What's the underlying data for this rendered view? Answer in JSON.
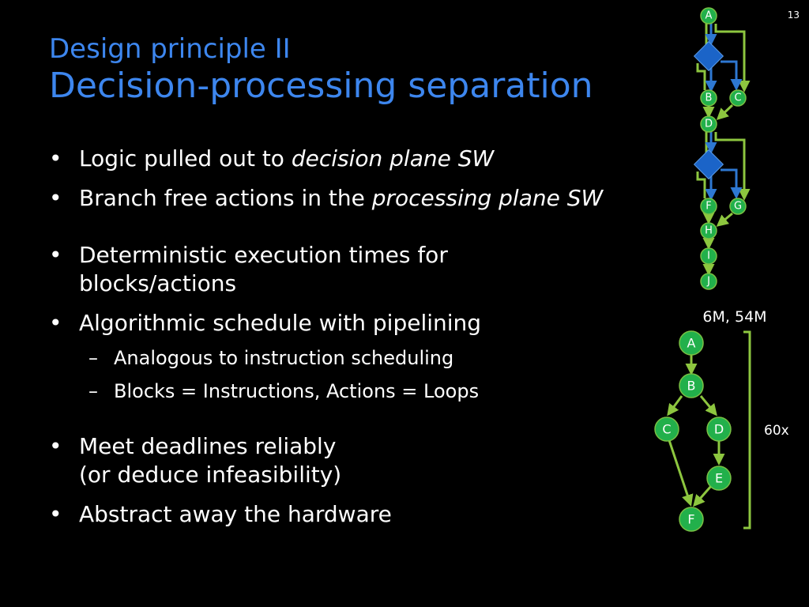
{
  "page_number": "13",
  "subtitle": "Design principle II",
  "title": "Decision-processing separation",
  "bullets": {
    "b1_pre": "Logic pulled out to ",
    "b1_em": "decision plane SW",
    "b2_pre": "Branch free actions in the ",
    "b2_em": "processing plane SW",
    "b3_line1": "Deterministic execution times for",
    "b3_line2": "blocks/actions",
    "b4": "Algorithmic schedule with pipelining",
    "b4_sub1": "Analogous to instruction scheduling",
    "b4_sub2": "Blocks = Instructions, Actions = Loops",
    "b5_line1": "Meet deadlines reliably",
    "b5_line2": "(or deduce infeasibility)",
    "b6": "Abstract away the hardware"
  },
  "top_graph": {
    "nodes": {
      "A": "A",
      "B": "B",
      "C": "C",
      "D": "D",
      "F": "F",
      "G": "G",
      "H": "H",
      "I": "I",
      "J": "J"
    }
  },
  "bottom_graph": {
    "label": "6M, 54M",
    "repeat_label": "60x",
    "nodes": {
      "A": "A",
      "B": "B",
      "C": "C",
      "D": "D",
      "E": "E",
      "F": "F"
    }
  },
  "colors": {
    "title": "#3d86ee",
    "node_fill": "#22b04b",
    "node_stroke": "#79c043",
    "edge_green": "#8dc63f",
    "edge_blue": "#2e78d2",
    "decision": "#1b64c8"
  }
}
